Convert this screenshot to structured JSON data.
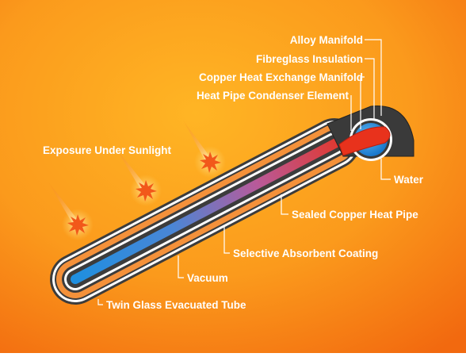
{
  "labels": {
    "alloy_manifold": "Alloy Manifold",
    "fibreglass_insulation": "Fibreglass Insulation",
    "copper_heat_exchange_manifold": "Copper Heat Exchange Manifold",
    "heat_pipe_condenser_element": "Heat Pipe Condenser Element",
    "water": "Water",
    "sealed_copper_heat_pipe": "Sealed Copper Heat Pipe",
    "selective_absorbent_coating": "Selective Absorbent Coating",
    "vacuum": "Vacuum",
    "twin_glass_evacuated_tube": "Twin Glass Evacuated Tube",
    "exposure_under_sunlight": "Exposure Under Sunlight"
  },
  "colors": {
    "background_light": "#ffb224",
    "background_dark": "#f26a0f",
    "label_text": "#ffffff",
    "leader_line": "#ffffff",
    "manifold": "#3a3a3a",
    "water": "#1d86d8",
    "heat_pipe_hot": "#e8321c",
    "heat_pipe_cool": "#1f8fe0",
    "sunburst": "#f2581a"
  }
}
